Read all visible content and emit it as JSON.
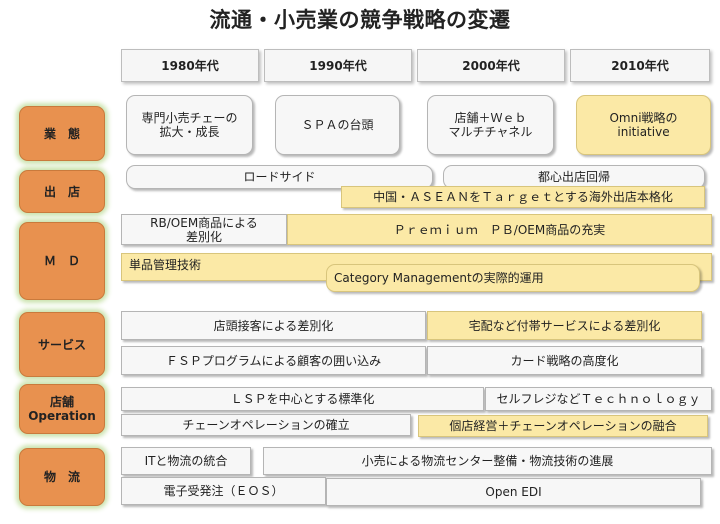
{
  "title": "流通・小売業の競争戦略の変遷",
  "eras": [
    "1980年代",
    "1990年代",
    "2000年代",
    "2010年代"
  ],
  "categories": {
    "gyotai": "業　態",
    "shutten": "出　店",
    "md": "Ｍ　Ｄ",
    "service": "サービス",
    "operation_line1": "店舗",
    "operation_line2": "Operation",
    "butsuryu": "物　流"
  },
  "gyotai": {
    "b1980_line1": "専門小売チェーの",
    "b1980_line2": "拡大・成長",
    "b1990": "ＳＰＡの台頭",
    "b2000_line1": "店舗＋Ｗｅｂ",
    "b2000_line2": "マルチチャネル",
    "b2010_line1": "Omni戦略の",
    "b2010_line2": "initiative"
  },
  "shutten": {
    "roadside": "ロードサイド",
    "toshin": "都心出店回帰",
    "kaigai": "中国・ＡＳＥＡＮをＴａｒｇｅｔとする海外出店本格化"
  },
  "md": {
    "rb_line1": "RB/OEM商品による",
    "rb_line2": "差別化",
    "premium": "Ｐｒｅｍｉｕｍ　ＰＢ/OEM商品の充実",
    "tanpin": "単品管理技術",
    "category": "Category Managementの実際的運用"
  },
  "service": {
    "tento": "店頭接客による差別化",
    "takuhai": "宅配など付帯サービスによる差別化",
    "fsp": "ＦＳＰプログラムによる顧客の囲い込み",
    "card": "カード戦略の高度化"
  },
  "operation": {
    "lsp": "ＬＳＰを中心とする標準化",
    "self": "セルフレジなどＴｅｃｈｎｏｌｏｇｙ",
    "chain": "チェーンオペレーションの確立",
    "kotenkeiei": "個店経営＋チェーンオペレーションの融合"
  },
  "butsuryu": {
    "it": "ITと物流の統合",
    "center": "小売による物流センター整備・物流技術の進展",
    "eos": "電子受発注（ＥＯＳ）",
    "edi": "Open EDI"
  }
}
